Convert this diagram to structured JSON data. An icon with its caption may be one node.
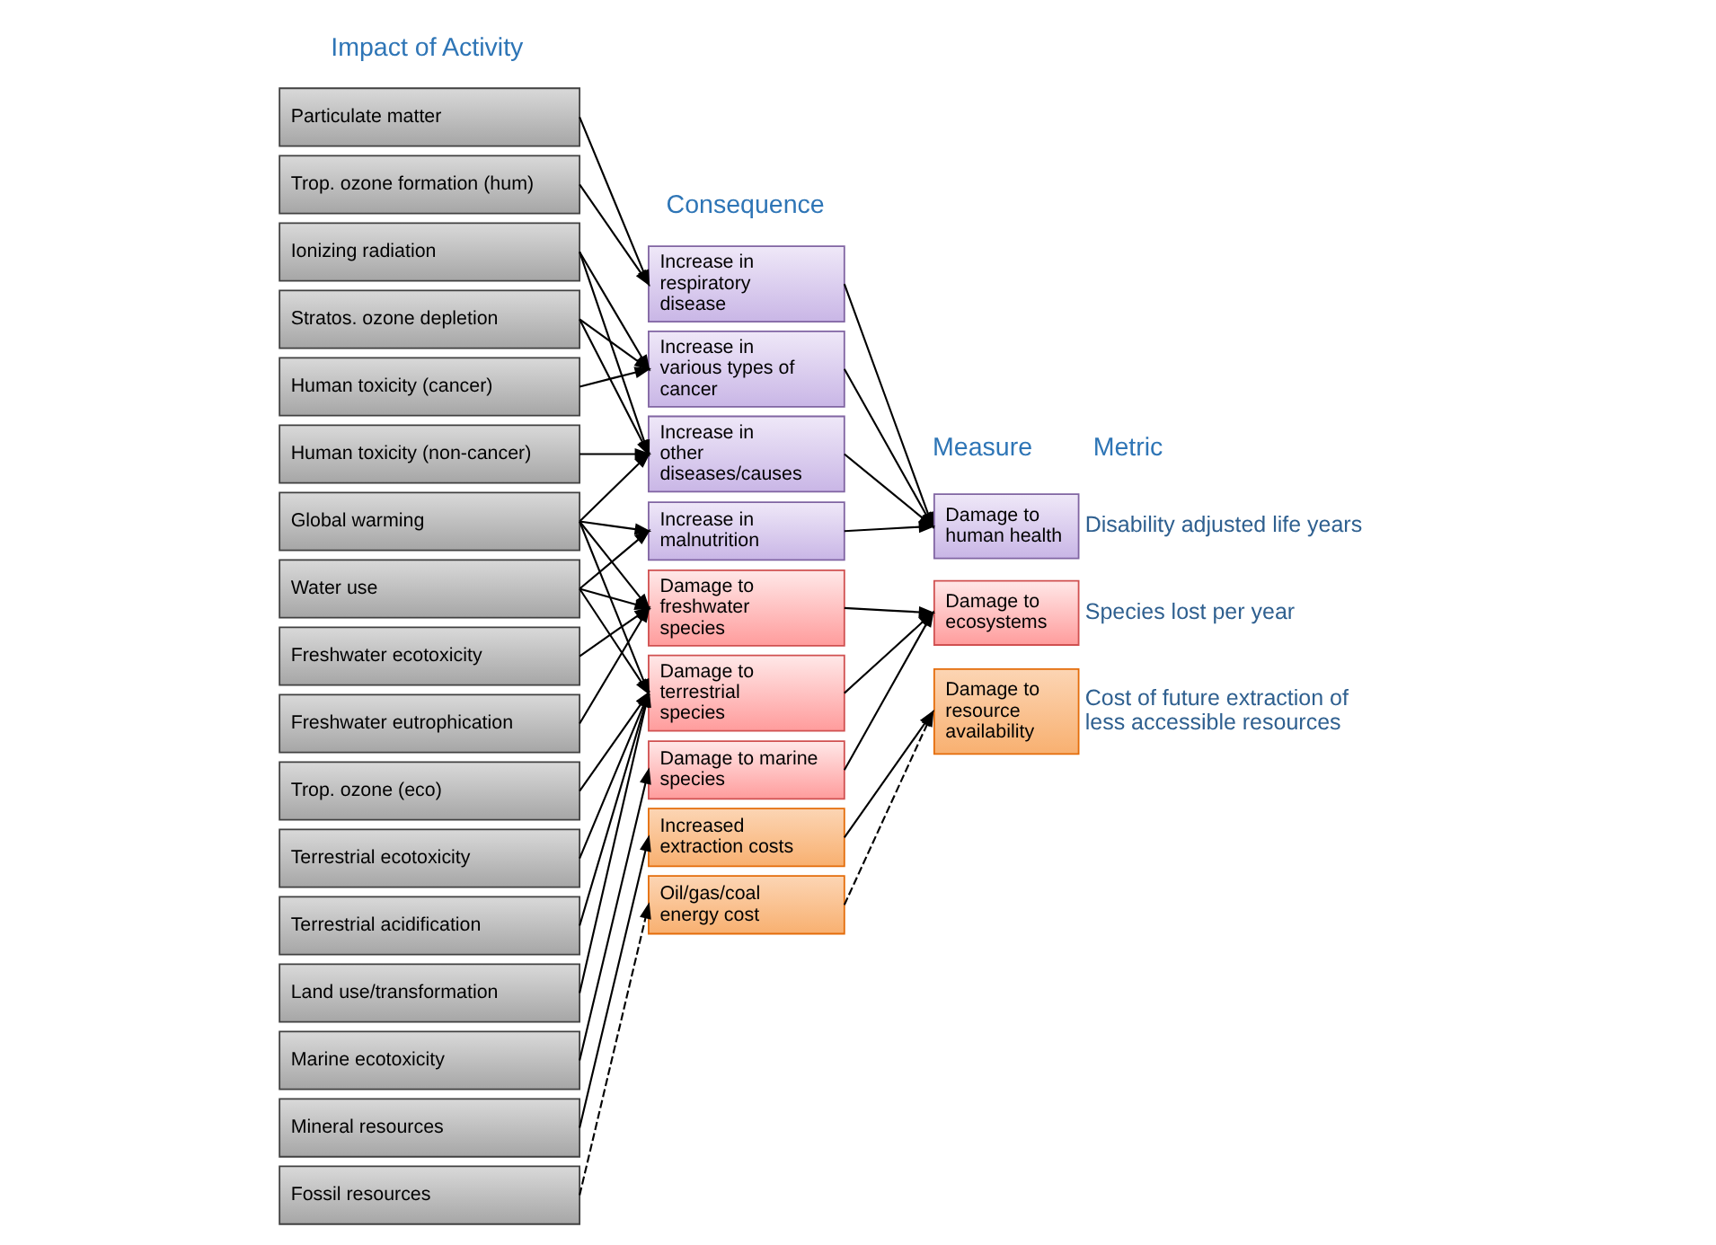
{
  "diagram": {
    "nodes": [
      {
        "text": [
          "Particulate matter"
        ]
      },
      {
        "text": [
          "Trop. ozone formation (hum)"
        ]
      },
      {
        "text": [
          "Ionizing radiation"
        ]
      },
      {
        "text": [
          "Stratos. ozone depletion"
        ]
      },
      {
        "text": [
          "Human toxicity (cancer)"
        ]
      },
      {
        "text": [
          "Human toxicity (non-cancer)"
        ]
      },
      {
        "text": [
          "Global warming"
        ]
      },
      {
        "text": [
          "Water use"
        ]
      },
      {
        "text": [
          "Freshwater ecotoxicity"
        ]
      },
      {
        "text": [
          "Freshwater eutrophication"
        ]
      },
      {
        "text": [
          "Trop. ozone (eco)"
        ]
      },
      {
        "text": [
          "Terrestrial ecotoxicity"
        ]
      },
      {
        "text": [
          "Terrestrial acidification"
        ]
      },
      {
        "text": [
          "Land use/transformation"
        ]
      },
      {
        "text": [
          "Marine ecotoxicity"
        ]
      },
      {
        "text": [
          "Mineral resources"
        ]
      },
      {
        "text": [
          "Fossil resources"
        ]
      },
      {
        "text": [
          "Increase in respiratory disease"
        ]
      },
      {
        "text": [
          "Increase in various types of cancer"
        ]
      },
      {
        "text": [
          "Increase in other diseases/causes"
        ]
      },
      {
        "text": [
          "Increase in malnutrition"
        ]
      },
      {
        "text": [
          "Damage to freshwater species"
        ]
      },
      {
        "text": [
          "Damage to terrestrial species"
        ]
      },
      {
        "text": [
          "Damage to marine species"
        ]
      },
      {
        "text": [
          "Increased extraction costs"
        ]
      },
      {
        "text": [
          "Oil/gas/coal energy cost"
        ]
      },
      {
        "text": [
          "Damage to human health"
        ],
        "beside": [
          "Disability adjusted life years"
        ]
      },
      {
        "text": [
          "Damage to ecosystems"
        ],
        "beside": [
          "Species lost per year"
        ]
      },
      {
        "text": [
          "Damage to resource availability"
        ],
        "beside": [
          "Cost of future extraction of less accessible resources"
        ]
      }
    ],
    "edges": [
      {
        "from": 0,
        "to": 17,
        "arrow": "to"
      },
      {
        "from": 1,
        "to": 17,
        "arrow": "to"
      },
      {
        "from": 2,
        "to": 18,
        "arrow": "to"
      },
      {
        "from": 2,
        "to": 19,
        "arrow": "to"
      },
      {
        "from": 3,
        "to": 18,
        "arrow": "to"
      },
      {
        "from": 3,
        "to": 19,
        "arrow": "to"
      },
      {
        "from": 4,
        "to": 18,
        "arrow": "to"
      },
      {
        "from": 5,
        "to": 19,
        "arrow": "to"
      },
      {
        "from": 6,
        "to": 19,
        "arrow": "to"
      },
      {
        "from": 6,
        "to": 20,
        "arrow": "to"
      },
      {
        "from": 6,
        "to": 21,
        "arrow": "to"
      },
      {
        "from": 6,
        "to": 22,
        "arrow": "to"
      },
      {
        "from": 7,
        "to": 20,
        "arrow": "to"
      },
      {
        "from": 7,
        "to": 21,
        "arrow": "to"
      },
      {
        "from": 7,
        "to": 22,
        "arrow": "to"
      },
      {
        "from": 8,
        "to": 21,
        "arrow": "to"
      },
      {
        "from": 9,
        "to": 21,
        "arrow": "to"
      },
      {
        "from": 10,
        "to": 22,
        "arrow": "to"
      },
      {
        "from": 11,
        "to": 22,
        "arrow": "to"
      },
      {
        "from": 12,
        "to": 22,
        "arrow": "to"
      },
      {
        "from": 13,
        "to": 22,
        "arrow": "to"
      },
      {
        "from": 14,
        "to": 23,
        "arrow": "to"
      },
      {
        "from": 15,
        "to": 24,
        "arrow": "to"
      },
      {
        "from": 16,
        "to": 25,
        "arrow": "to",
        "style": "dashed"
      },
      {
        "from": 17,
        "to": 26,
        "arrow": "to"
      },
      {
        "from": 18,
        "to": 26,
        "arrow": "to"
      },
      {
        "from": 19,
        "to": 26,
        "arrow": "to"
      },
      {
        "from": 20,
        "to": 26,
        "arrow": "to"
      },
      {
        "from": 21,
        "to": 27,
        "arrow": "to"
      },
      {
        "from": 22,
        "to": 27,
        "arrow": "to"
      },
      {
        "from": 23,
        "to": 27,
        "arrow": "to"
      },
      {
        "from": 24,
        "to": 28,
        "arrow": "to"
      },
      {
        "from": 25,
        "to": 28,
        "arrow": "to",
        "style": "dashed"
      }
    ],
    "labels": [
      "Impact of Activity",
      "Consequence",
      "Measure",
      "Metric"
    ]
  }
}
